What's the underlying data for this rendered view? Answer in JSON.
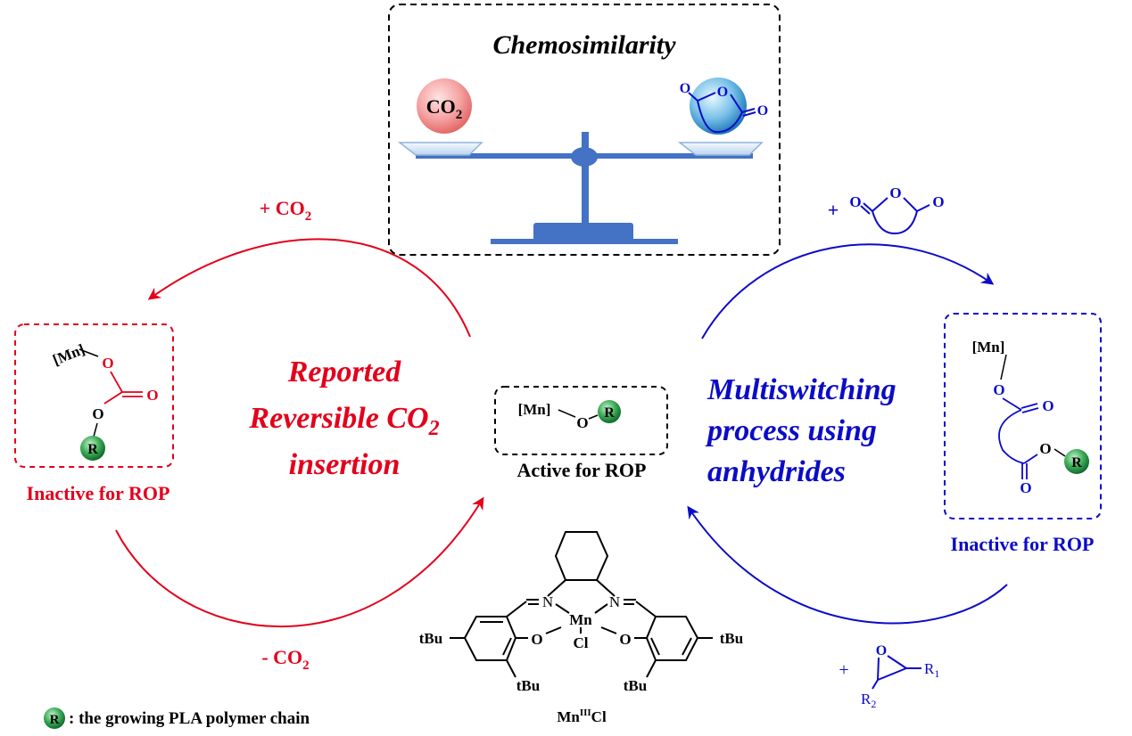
{
  "colors": {
    "red": "#e3001b",
    "blue": "#0b0bc8",
    "black": "#000000",
    "scale_blue": "#4472c4",
    "green": "#1e8a3c"
  },
  "chemosimilarity": {
    "title": "Chemosimilarity",
    "left_sphere": {
      "label": "CO",
      "subscript": "2"
    },
    "right_sphere": {
      "atoms": [
        "O",
        "O",
        "O"
      ]
    }
  },
  "left_cycle": {
    "top_reagent": {
      "prefix": "+ ",
      "label": "CO",
      "subscript": "2"
    },
    "bottom_reagent": {
      "prefix": "- ",
      "label": "CO",
      "subscript": "2"
    },
    "title_lines": [
      "Reported",
      "Reversible CO",
      "insertion"
    ],
    "title_subscript": "2"
  },
  "right_cycle": {
    "top_reagent": {
      "prefix": "+",
      "atoms": [
        "O",
        "O",
        "O"
      ]
    },
    "bottom_reagent": {
      "prefix": "+",
      "atoms": [
        "O"
      ],
      "substituents": [
        "R",
        "1",
        "R",
        "2"
      ]
    },
    "title_lines": [
      "Multiswitching",
      "process using",
      "anhydrides"
    ]
  },
  "left_species": {
    "metal": "[Mn]",
    "atoms": [
      "O",
      "O",
      "O"
    ],
    "r_group": "R",
    "caption": "Inactive for ROP"
  },
  "center_species": {
    "metal": "[Mn]",
    "atom": "O",
    "r_group": "R",
    "caption": "Active for ROP"
  },
  "right_species": {
    "metal": "[Mn]",
    "atoms": [
      "O",
      "O",
      "O",
      "O"
    ],
    "r_group": "R",
    "caption": "Inactive for ROP"
  },
  "catalyst": {
    "atoms": {
      "n1": "N",
      "n2": "N",
      "metal": "Mn",
      "cl": "Cl",
      "o1": "O",
      "o2": "O"
    },
    "substituents": [
      "tBu",
      "tBu",
      "tBu",
      "tBu"
    ],
    "name": {
      "base": "Mn",
      "superscript": "III",
      "suffix": "Cl"
    }
  },
  "legend": {
    "symbol": "R",
    "text": ": the growing PLA polymer chain"
  }
}
